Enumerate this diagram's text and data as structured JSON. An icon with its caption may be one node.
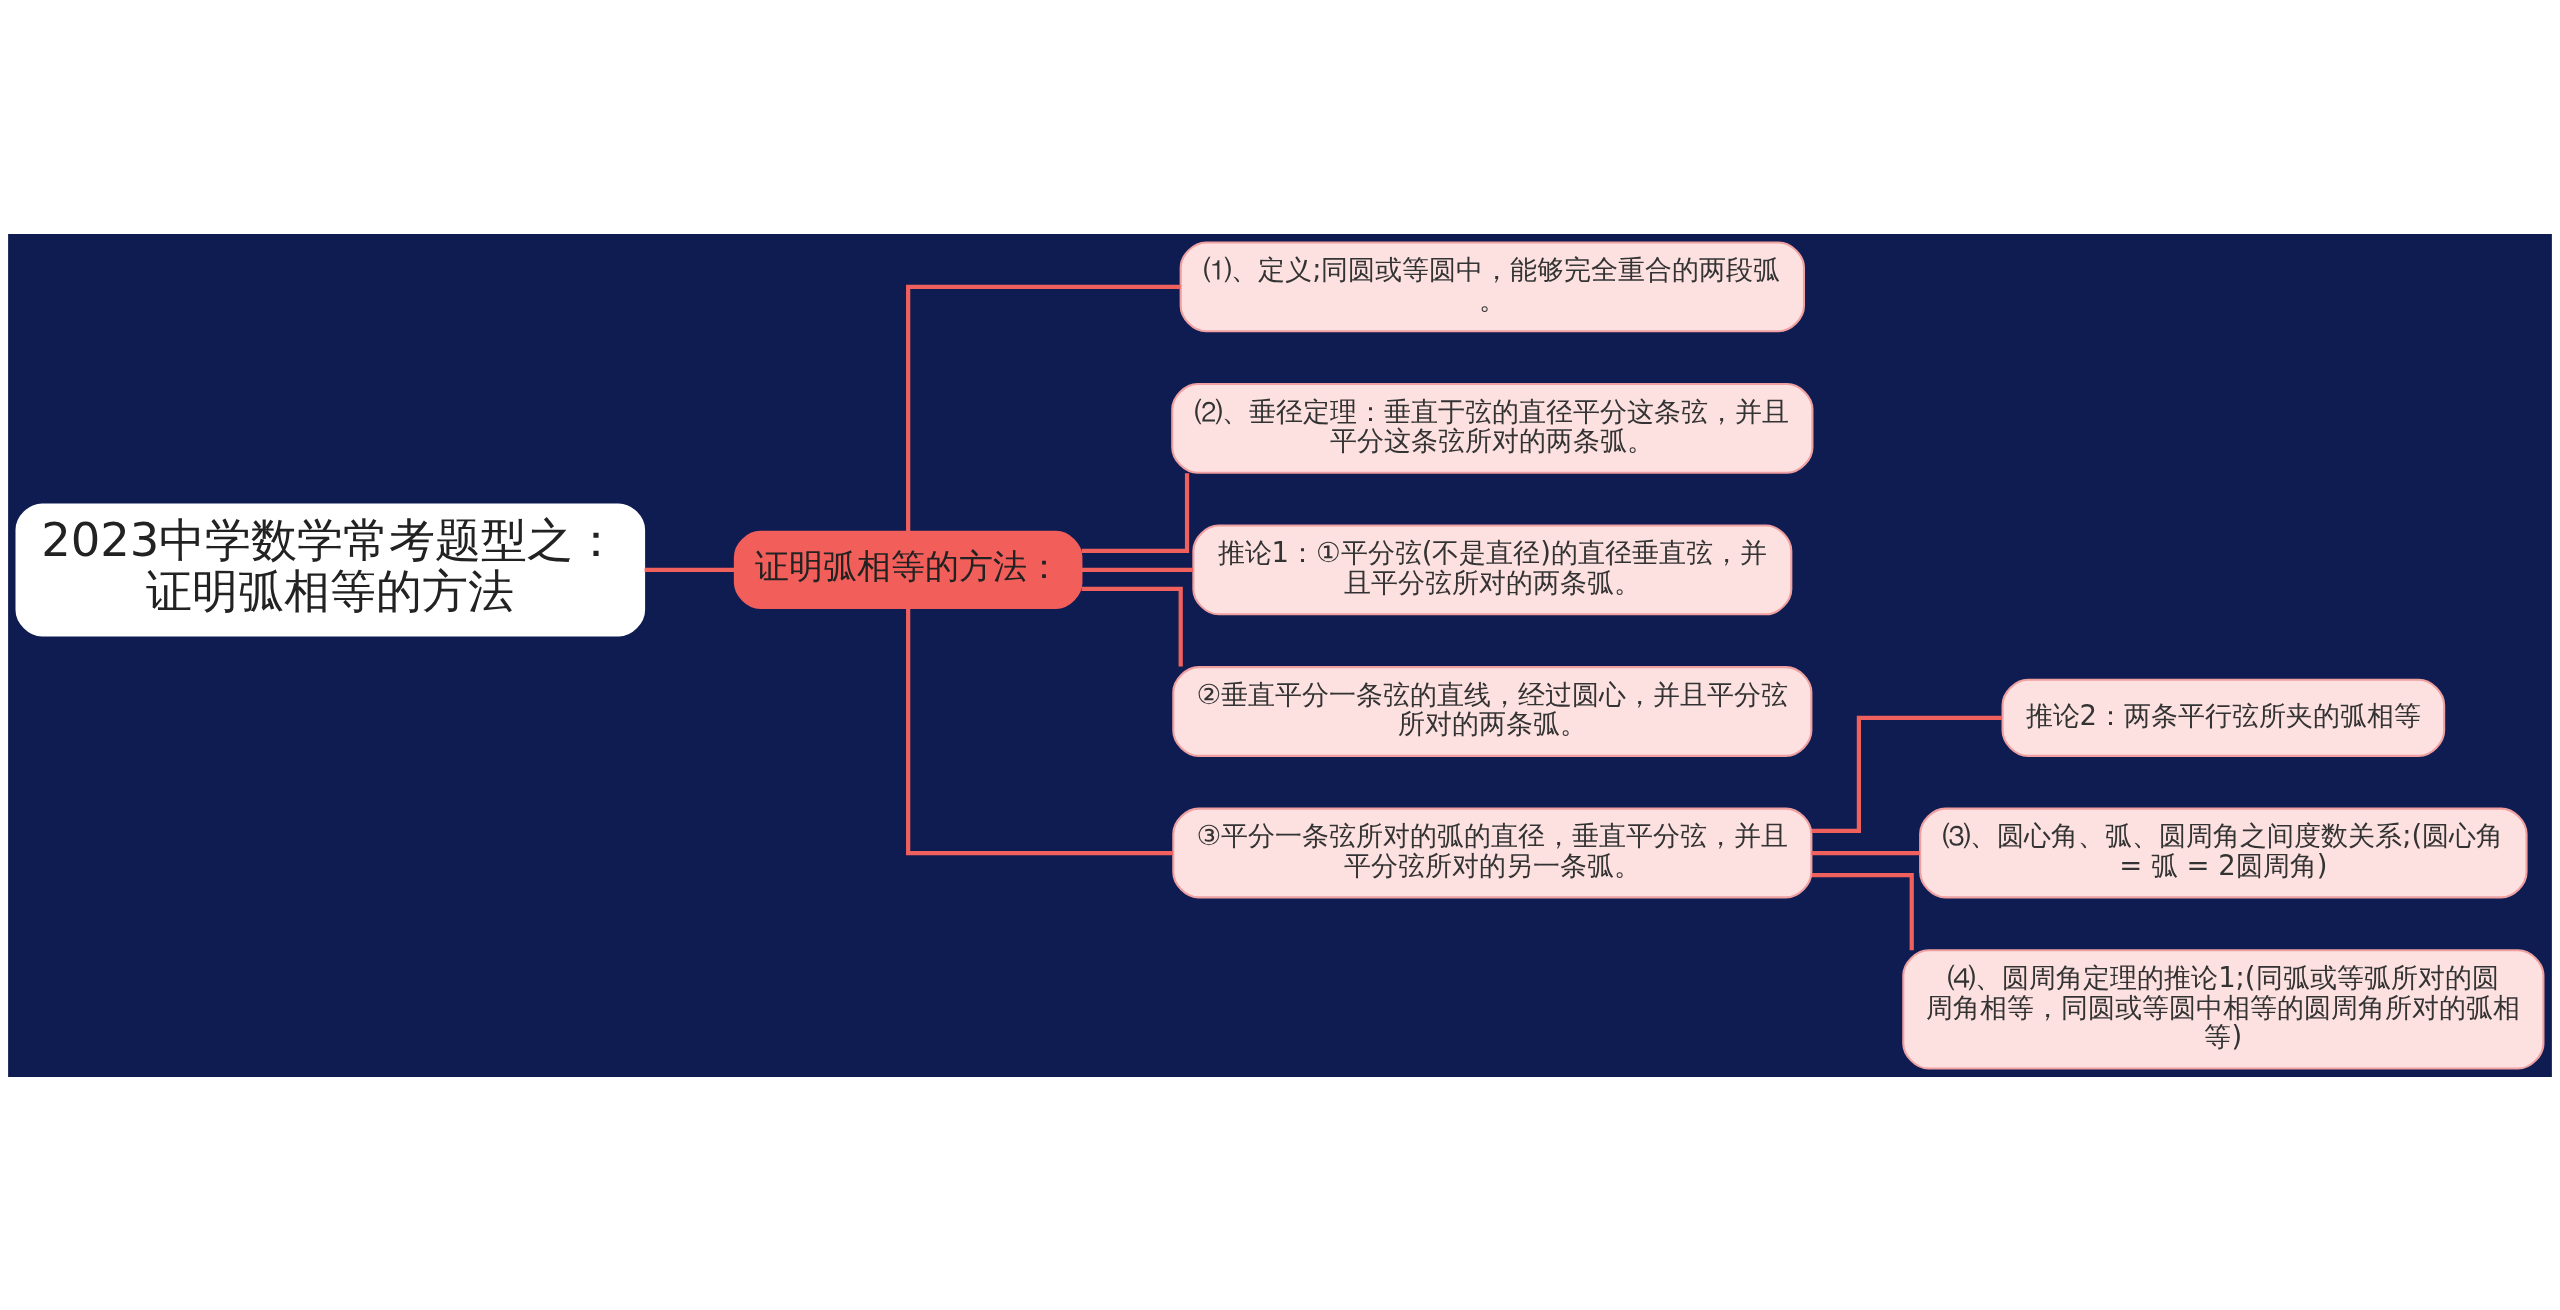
{
  "diagram": {
    "nodes": [
      {
        "text": [
          "2023中学数学常考题型之：证明弧相等的方法"
        ]
      },
      {
        "text": [
          "证明弧相等的方法："
        ]
      },
      {
        "text": [
          "⑴、定义;同圆或等圆中，能够完全重合的两段弧。"
        ]
      },
      {
        "text": [
          "⑵、垂径定理：垂直于弦的直径平分这条弦，并且平分这条弦所对的两条弧。"
        ]
      },
      {
        "text": [
          "推论1：①平分弦(不是直径)的直径垂直弦，并且平分弦所对的两条弧。"
        ]
      },
      {
        "text": [
          "②垂直平分一条弦的直线，经过圆心，并且平分弦所对的两条弧。"
        ]
      },
      {
        "text": [
          "③平分一条弦所对的弧的直径，垂直平分弦，并且平分弦所对的另一条弧。"
        ]
      },
      {
        "text": [
          "推论2：两条平行弦所夹的弧相等"
        ]
      },
      {
        "text": [
          "⑶、圆心角、弧、圆周角之间度数关系;(圆心角 = 弧 = 2圆周角)"
        ]
      },
      {
        "text": [
          "⑷、圆周角定理的推论1;(同弧或等弧所对的圆周角相等，同圆或等圆中相等的圆周角所对的弧相等)"
        ]
      }
    ],
    "edges": [
      {
        "from": 0,
        "to": 1,
        "arrow": "none"
      },
      {
        "from": 1,
        "to": 2,
        "arrow": "none"
      },
      {
        "from": 1,
        "to": 3,
        "arrow": "none"
      },
      {
        "from": 1,
        "to": 4,
        "arrow": "none"
      },
      {
        "from": 1,
        "to": 5,
        "arrow": "none"
      },
      {
        "from": 1,
        "to": 6,
        "arrow": "none"
      },
      {
        "from": 6,
        "to": 7,
        "arrow": "none"
      },
      {
        "from": 6,
        "to": 8,
        "arrow": "none"
      },
      {
        "from": 6,
        "to": 9,
        "arrow": "none"
      }
    ]
  }
}
